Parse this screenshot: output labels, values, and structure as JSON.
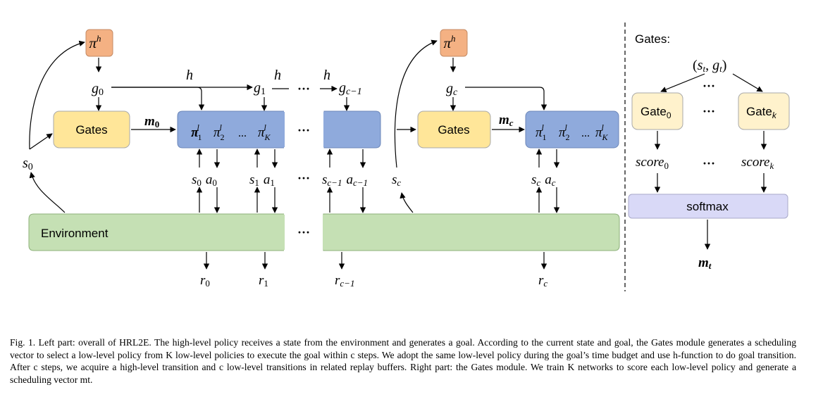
{
  "policy": {
    "high_left": {
      "base": "π",
      "sup": "h"
    },
    "high_right": {
      "base": "π",
      "sup": "h"
    }
  },
  "goals": {
    "g0": {
      "base": "g",
      "sub": "0"
    },
    "g1": {
      "base": "g",
      "sub": "1"
    },
    "gc1": {
      "base": "g",
      "sub": "c−1"
    },
    "gc": {
      "base": "g",
      "sub": "c"
    }
  },
  "h_labels": [
    "h",
    "h",
    "h"
  ],
  "modules": {
    "gates_left": "Gates",
    "gates_right": "Gates",
    "environment": "Environment"
  },
  "masks": {
    "m0": {
      "base": "m",
      "sub": "0"
    },
    "mc": {
      "base": "m",
      "sub": "c"
    }
  },
  "low_policies": {
    "left": [
      "π",
      "π",
      "π"
    ],
    "left_subs": [
      "1",
      "2",
      "K"
    ],
    "left_sup": "l",
    "right": [
      "π",
      "π",
      "π"
    ],
    "right_subs": [
      "1",
      "2",
      "K"
    ],
    "right_sup": "l",
    "ellipsis": "..."
  },
  "state_action": {
    "s0_side": {
      "base": "s",
      "sub": "0"
    },
    "sc_side": {
      "base": "s",
      "sub": "c"
    },
    "pairs": [
      {
        "s": "s",
        "s_sub": "0",
        "a": "a",
        "a_sub": "0"
      },
      {
        "s": "s",
        "s_sub": "1",
        "a": "a",
        "a_sub": "1"
      },
      {
        "s": "s",
        "s_sub": "c−1",
        "a": "a",
        "a_sub": "c−1"
      },
      {
        "s": "s",
        "s_sub": "c",
        "a": "a",
        "a_sub": "c"
      }
    ]
  },
  "rewards": [
    {
      "base": "r",
      "sub": "0"
    },
    {
      "base": "r",
      "sub": "1"
    },
    {
      "base": "r",
      "sub": "c−1"
    },
    {
      "base": "r",
      "sub": "c"
    }
  ],
  "ellipsis": "···",
  "gates_panel": {
    "title": "Gates:",
    "input": "(s",
    "input_full": {
      "s": "s",
      "s_sub": "t",
      "g": "g",
      "g_sub": "t"
    },
    "gate_first": {
      "base": "Gate",
      "sub": "0"
    },
    "gate_last": {
      "base": "Gate",
      "sub": "k"
    },
    "score_first": {
      "base": "score",
      "sub": "0"
    },
    "score_last": {
      "base": "score",
      "sub": "k"
    },
    "softmax": "softmax",
    "output": {
      "base": "m",
      "sub": "t"
    }
  },
  "caption": "Fig. 1.  Left part: overall of HRL2E. The high-level policy receives a state from the environment and generates a goal. According to the current state and goal, the Gates module generates a scheduling vector to select a low-level policy from K low-level policies to execute the goal within c steps. We adopt the same low-level policy during the goal’s time budget and use h-function to do goal transition. After c steps, we acquire a high-level transition and c low-level transitions in related replay buffers. Right part: the Gates module. We train K networks to score each low-level policy and generate a scheduling vector mt.",
  "colors": {
    "policy_fill": "#f4b183",
    "gates_fill": "#ffe699",
    "low_fill": "#8faadc",
    "env_fill": "#c5e0b4",
    "softmax_fill": "#d9d9f7",
    "gate_fill": "#fff2cc"
  }
}
